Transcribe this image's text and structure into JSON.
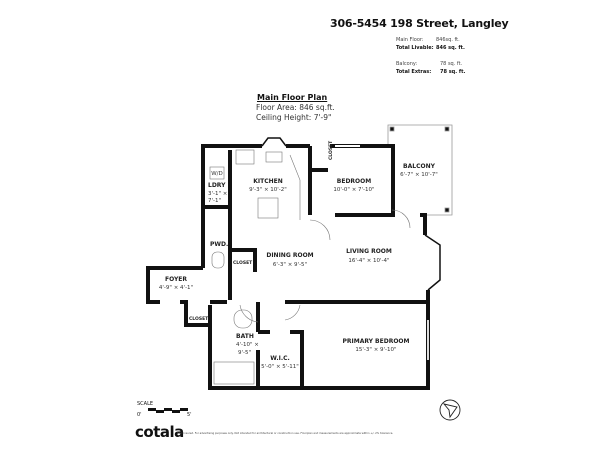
{
  "header": {
    "address": "306-5454 198 Street, Langley",
    "stats": [
      {
        "label": "Main Floor:",
        "value": "846sq. ft.",
        "bold": false
      },
      {
        "label": "Total Livable:",
        "value": "846 sq. ft.",
        "bold": true
      },
      {
        "label": "Balcony:",
        "value": "78 sq. ft.",
        "bold": false
      },
      {
        "label": "Total Extras:",
        "value": "78 sq. ft.",
        "bold": true
      }
    ]
  },
  "plan": {
    "title": "Main Floor Plan",
    "floor_area": "Floor Area: 846 sq.ft.",
    "ceiling_height": "Ceiling Height: 7'-9\"",
    "rooms": {
      "kitchen": {
        "name": "KITCHEN",
        "dims": "9'-3\" × 10'-2\""
      },
      "bedroom": {
        "name": "BEDROOM",
        "dims": "10'-0\" × 7'-10\""
      },
      "balcony": {
        "name": "BALCONY",
        "dims": "6'-7\" × 10'-7\""
      },
      "laundry": {
        "name": "LDRY",
        "dims1": "3'-1\" ×",
        "dims2": "7'-1\"",
        "appliance": "W/D"
      },
      "powder": {
        "name": "PWD."
      },
      "dining": {
        "name": "DINING ROOM",
        "dims": "6'-3\" × 9'-5\""
      },
      "living": {
        "name": "LIVING ROOM",
        "dims": "16'-4\" × 10'-4\""
      },
      "foyer": {
        "name": "FOYER",
        "dims": "4'-9\" × 4'-1\""
      },
      "bath": {
        "name": "BATH",
        "dims1": "4'-10\" ×",
        "dims2": "9'-5\""
      },
      "wic": {
        "name": "W.I.C.",
        "dims": "5'-0\" × 5'-11\""
      },
      "primary": {
        "name": "PRIMARY BEDROOM",
        "dims": "15'-3\" × 9'-10\""
      },
      "closet": "CLOSET"
    }
  },
  "footer": {
    "scale_label": "SCALE",
    "scale_min": "0'",
    "scale_max": "5'",
    "logo": "cotala",
    "disclaimer": "E&O insured. For advertising purposes only. Not intended for architectural or construction use. Floorplan and measurements are approximate within +/- 2% tolerance."
  },
  "colors": {
    "wall": "#111111",
    "text": "#222222"
  }
}
